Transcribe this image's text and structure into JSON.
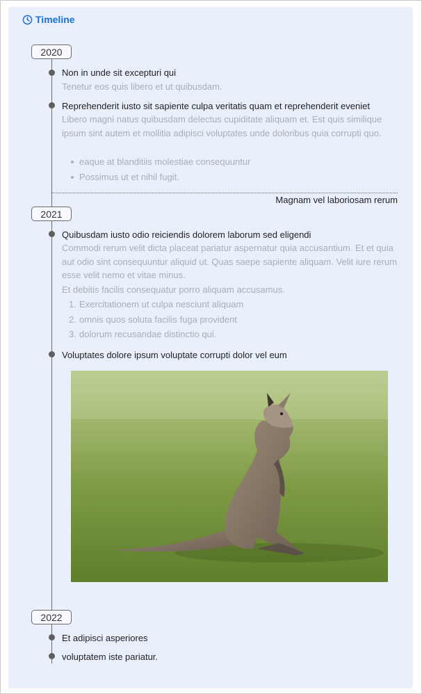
{
  "header": {
    "title": "Timeline",
    "icon": "clock-icon",
    "accent_color": "#1a6fd6"
  },
  "groups": [
    {
      "year": "2020",
      "items": [
        {
          "title": "Non in unde sit excepturi qui",
          "desc": "Tenetur eos quis libero et ut quibusdam."
        },
        {
          "title": "Reprehenderit iusto sit sapiente culpa veritatis quam et reprehenderit eveniet",
          "desc": "Libero magni natus quibusdam delectus cupiditate aliquam et. Est quis similique ipsum sint autem et mollitia adipisci voluptates unde doloribus quia corrupti quo.",
          "bullets": [
            "eaque at blanditiis molestiae consequuntur",
            "Possimus ut et nihil fugit."
          ]
        }
      ],
      "footer": "Magnam vel laboriosam rerum"
    },
    {
      "year": "2021",
      "items": [
        {
          "title": "Quibusdam iusto odio reiciendis dolorem laborum sed eligendi",
          "desc": "Commodi rerum velit dicta placeat pariatur aspernatur quia accusantium. Et et quia aut odio sint consequuntur aliquid ut. Quas saepe sapiente aliquam. Velit iure rerum esse velit nemo et vitae minus.",
          "desc2": "Et debitis facilis consequatur porro aliquam accusamus.",
          "numbered": [
            "Exercitationem ut culpa nesciunt aliquam",
            "omnis quos soluta facilis fuga provident",
            "dolorum recusandae distinctio qui."
          ]
        },
        {
          "title": "Voluptates dolore ipsum voluptate corrupti dolor vel eum"
        }
      ]
    },
    {
      "year": "2022",
      "items": [
        {
          "title": "Et adipisci asperiores"
        },
        {
          "title": "voluptatem iste pariatur."
        }
      ]
    }
  ]
}
